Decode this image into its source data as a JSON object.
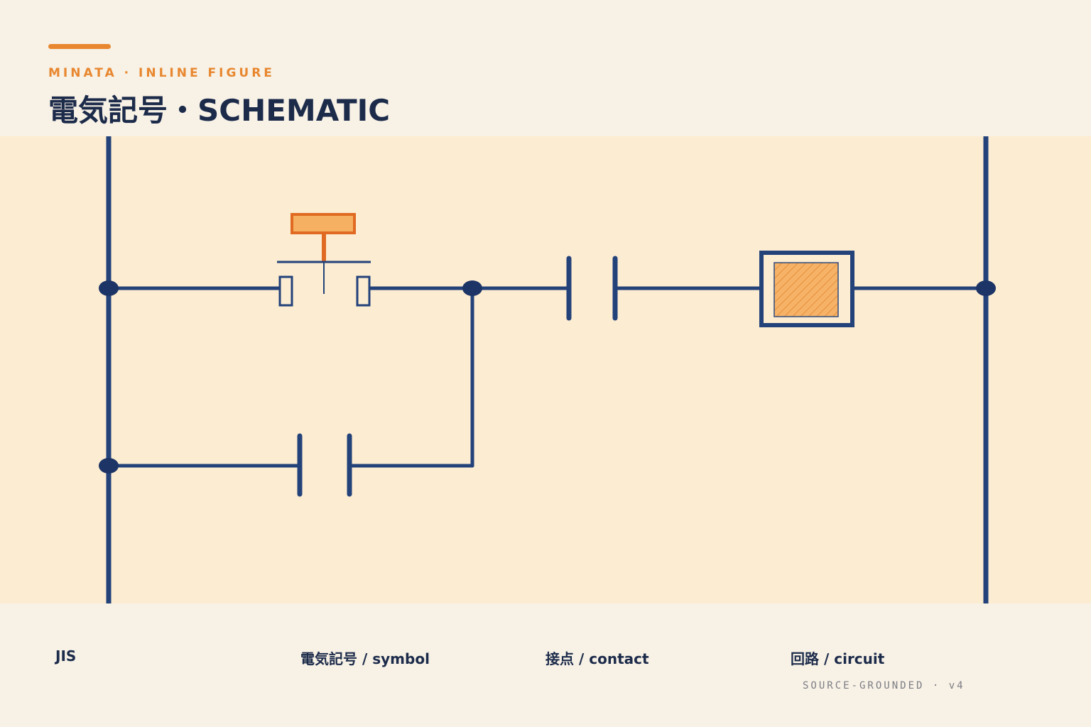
{
  "header": {
    "eyebrow": "MINATA · INLINE FIGURE",
    "title": "電気記号・SCHEMATIC"
  },
  "legend": {
    "items": [
      {
        "label": "JIS"
      },
      {
        "label": "電気記号 / symbol"
      },
      {
        "label": "接点 / contact"
      },
      {
        "label": "回路 / circuit"
      }
    ]
  },
  "footer": {
    "note": "SOURCE-GROUNDED · v4"
  },
  "colors": {
    "wire": "#23427a",
    "accent": "#e8872f",
    "coil_fill": "#f6b062",
    "panel": "#fcecd1",
    "page": "#f7f1e6",
    "text": "#1c2b4a",
    "muted": "#7d7d84"
  },
  "diagram": {
    "type": "ladder-schematic",
    "components": [
      {
        "id": "push-button",
        "symbol": "normally-open-push-button"
      },
      {
        "id": "contact-series",
        "symbol": "normally-open-contact"
      },
      {
        "id": "contact-parallel",
        "symbol": "normally-open-contact"
      },
      {
        "id": "coil",
        "symbol": "relay-coil"
      }
    ]
  }
}
